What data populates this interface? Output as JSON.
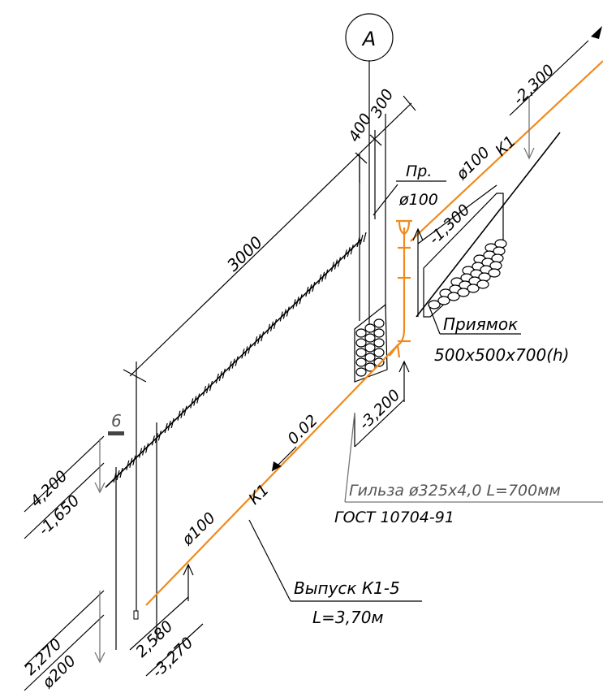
{
  "axis_marker": "A",
  "dims": {
    "d400": "400",
    "d300": "300",
    "d3000": "3000"
  },
  "cleanout": {
    "label_top": "Пр.",
    "label_bottom": "ø100"
  },
  "pipe_top": {
    "diameter": "ø100",
    "code": "К1",
    "elev_top": "-2,300",
    "elev_riser": "-1,300"
  },
  "pit": {
    "name": "Приямок",
    "size": "500х500х700(h)"
  },
  "slope": {
    "value": "0.02",
    "code": "К1"
  },
  "elev_mid": "-3,200",
  "sleeve": {
    "line1": "Гильза ø325х4,0 L=700мм",
    "line2": "ГОСТ 10704-91"
  },
  "section_mark": "6",
  "wall_left": {
    "upper_top": "4,200",
    "upper_bottom": "-1,650",
    "lower_top": "2,270",
    "lower_bottom": "ø200"
  },
  "pipe_bottom": {
    "diameter": "ø100",
    "elev_top": "2,580",
    "elev_bottom": "-3,270"
  },
  "outlet": {
    "name": "Выпуск К1-5",
    "length": "L=3,70м"
  },
  "colors": {
    "pipe": "#f08a1c",
    "line": "#000000",
    "leader": "#777777"
  }
}
